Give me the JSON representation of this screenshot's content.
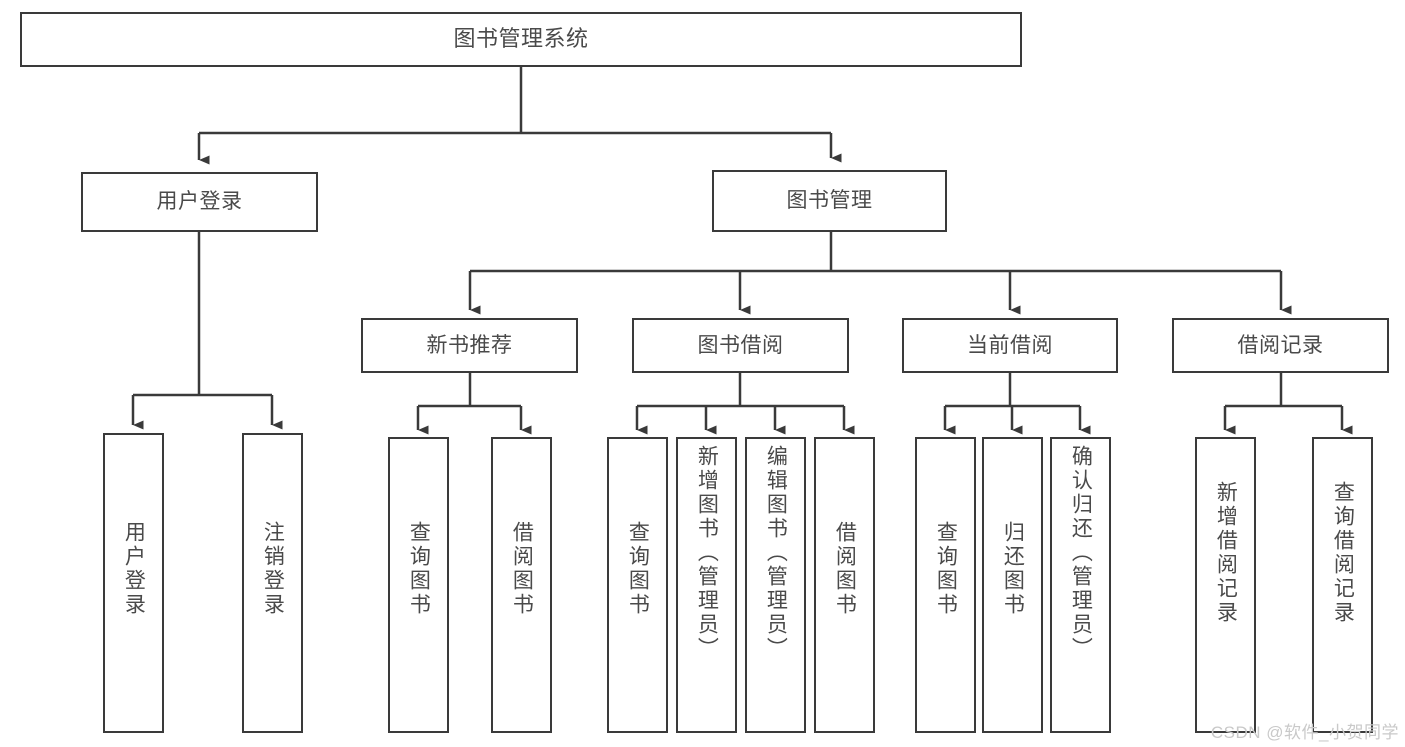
{
  "diagram": {
    "title": "图书管理系统",
    "watermark": "CSDN @软件_小贺同学",
    "root": {
      "label": "图书管理系统"
    },
    "level2": [
      {
        "label": "用户登录"
      },
      {
        "label": "图书管理"
      }
    ],
    "level3": [
      {
        "label": "新书推荐"
      },
      {
        "label": "图书借阅"
      },
      {
        "label": "当前借阅"
      },
      {
        "label": "借阅记录"
      }
    ],
    "leaves": {
      "user_login": [
        {
          "label": "用户登录"
        },
        {
          "label": "注销登录"
        }
      ],
      "new_book": [
        {
          "label": "查询图书"
        },
        {
          "label": "借阅图书"
        }
      ],
      "borrow_book": [
        {
          "label": "查询图书"
        },
        {
          "label": "新增图书（管理员）"
        },
        {
          "label": "编辑图书（管理员）"
        },
        {
          "label": "借阅图书"
        }
      ],
      "current_borrow": [
        {
          "label": "查询图书"
        },
        {
          "label": "归还图书"
        },
        {
          "label": "确认归还（管理员）"
        }
      ],
      "borrow_record": [
        {
          "label": "新增借阅记录"
        },
        {
          "label": "查询借阅记录"
        }
      ]
    },
    "colors": {
      "stroke": "#3a3a3a",
      "text": "#4a4a4a",
      "background": "#ffffff",
      "watermark": "#c9c9c9"
    }
  }
}
